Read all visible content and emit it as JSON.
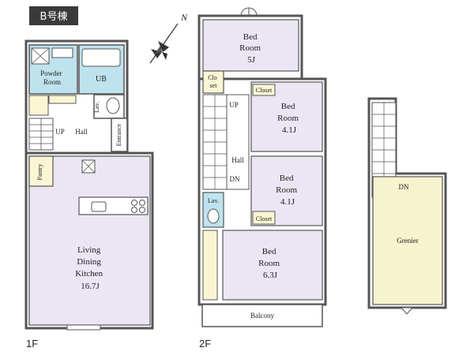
{
  "building_badge": "B号棟",
  "compass_label": "N",
  "floors": [
    {
      "label": "1F",
      "rooms": [
        {
          "id": "powder",
          "name": [
            "Powder",
            "Room"
          ]
        },
        {
          "id": "ub",
          "name": [
            "UB"
          ]
        },
        {
          "id": "lav1",
          "name": [
            "Lav."
          ]
        },
        {
          "id": "up1",
          "name": [
            "UP"
          ]
        },
        {
          "id": "hall1",
          "name": [
            "Hall"
          ]
        },
        {
          "id": "entrance",
          "name": [
            "Entrance"
          ]
        },
        {
          "id": "pantry",
          "name": [
            "Pantry"
          ]
        },
        {
          "id": "ldk",
          "name": [
            "Living",
            "Dining",
            "Kitchen"
          ],
          "size": "16.7J"
        }
      ]
    },
    {
      "label": "2F",
      "rooms": [
        {
          "id": "bed5",
          "name": [
            "Bed",
            "Room"
          ],
          "size": "5J"
        },
        {
          "id": "closet_top",
          "name": [
            "Clo",
            "set"
          ]
        },
        {
          "id": "closet_a",
          "name": [
            "Closet"
          ]
        },
        {
          "id": "bed41a",
          "name": [
            "Bed",
            "Room"
          ],
          "size": "4.1J"
        },
        {
          "id": "up2",
          "name": [
            "UP"
          ]
        },
        {
          "id": "hall2",
          "name": [
            "Hall"
          ]
        },
        {
          "id": "dn2",
          "name": [
            "DN"
          ]
        },
        {
          "id": "bed41b",
          "name": [
            "Bed",
            "Room"
          ],
          "size": "4.1J"
        },
        {
          "id": "lav2",
          "name": [
            "Lav."
          ]
        },
        {
          "id": "closet_b",
          "name": [
            "Closet"
          ]
        },
        {
          "id": "bed63",
          "name": [
            "Bed",
            "Room"
          ],
          "size": "6.3J"
        },
        {
          "id": "balcony",
          "name": [
            "Balcony"
          ]
        }
      ]
    },
    {
      "label": "",
      "rooms": [
        {
          "id": "dn3",
          "name": [
            "DN"
          ]
        },
        {
          "id": "grenier",
          "name": [
            "Grenier"
          ]
        }
      ]
    }
  ],
  "colors": {
    "room_fill": "#ece6f4",
    "wet_fill": "#bfe3ee",
    "attic_fill": "#f6f3cf",
    "wall": "#555555",
    "badge": "#3a3a3a",
    "wood_fill": "#faf6d4"
  }
}
